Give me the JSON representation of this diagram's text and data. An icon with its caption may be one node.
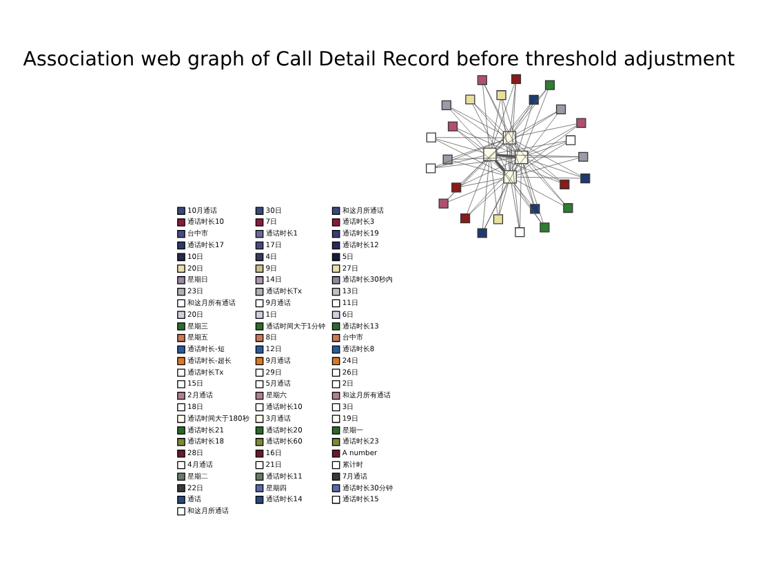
{
  "diagram": {
    "title": "Association web graph of Call Detail Record before threshold adjustment",
    "nodes": [
      {
        "text": [],
        "shape": "box"
      },
      {
        "text": [],
        "shape": "box"
      },
      {
        "text": [],
        "shape": "box"
      },
      {
        "text": [],
        "shape": "box"
      },
      {
        "text": [],
        "shape": "box"
      },
      {
        "text": [],
        "shape": "box"
      },
      {
        "text": [],
        "shape": "box"
      },
      {
        "text": [],
        "shape": "box"
      },
      {
        "text": [],
        "shape": "box"
      },
      {
        "text": [],
        "shape": "box"
      },
      {
        "text": [],
        "shape": "box"
      },
      {
        "text": [],
        "shape": "box"
      },
      {
        "text": [],
        "shape": "box"
      },
      {
        "text": [],
        "shape": "box"
      },
      {
        "text": [],
        "shape": "box"
      },
      {
        "text": [],
        "shape": "box"
      },
      {
        "text": [],
        "shape": "box"
      },
      {
        "text": [],
        "shape": "box"
      },
      {
        "text": [],
        "shape": "box"
      },
      {
        "text": [],
        "shape": "box"
      },
      {
        "text": [],
        "shape": "box"
      },
      {
        "text": [],
        "shape": "box"
      },
      {
        "text": [],
        "shape": "box"
      },
      {
        "text": [],
        "shape": "box"
      },
      {
        "text": [],
        "shape": "box"
      },
      {
        "text": [],
        "shape": "box"
      },
      {
        "text": [],
        "shape": "box"
      },
      {
        "text": [],
        "shape": "box"
      },
      {
        "text": [],
        "shape": "box"
      },
      {
        "text": [],
        "shape": "box"
      }
    ],
    "edges": [
      {
        "from": 0,
        "to": 1,
        "arrow": "none",
        "style": "thick"
      },
      {
        "from": 0,
        "to": 2,
        "arrow": "none",
        "style": "thick"
      },
      {
        "from": 0,
        "to": 3,
        "arrow": "none"
      },
      {
        "from": 1,
        "to": 2,
        "arrow": "none"
      },
      {
        "from": 1,
        "to": 3,
        "arrow": "none"
      },
      {
        "from": 2,
        "to": 3,
        "arrow": "none"
      },
      {
        "from": 4,
        "to": 0,
        "arrow": "none"
      },
      {
        "from": 4,
        "to": 1,
        "arrow": "none"
      },
      {
        "from": 4,
        "to": 2,
        "arrow": "none"
      },
      {
        "from": 5,
        "to": 1,
        "arrow": "none"
      },
      {
        "from": 5,
        "to": 2,
        "arrow": "none"
      },
      {
        "from": 5,
        "to": 3,
        "arrow": "none"
      },
      {
        "from": 6,
        "to": 2,
        "arrow": "none"
      },
      {
        "from": 6,
        "to": 3,
        "arrow": "none"
      },
      {
        "from": 6,
        "to": 0,
        "arrow": "none"
      },
      {
        "from": 7,
        "to": 3,
        "arrow": "none"
      },
      {
        "from": 7,
        "to": 0,
        "arrow": "none"
      },
      {
        "from": 7,
        "to": 1,
        "arrow": "none"
      },
      {
        "from": 8,
        "to": 0,
        "arrow": "none"
      },
      {
        "from": 8,
        "to": 1,
        "arrow": "none"
      },
      {
        "from": 8,
        "to": 2,
        "arrow": "none"
      },
      {
        "from": 9,
        "to": 1,
        "arrow": "none"
      },
      {
        "from": 9,
        "to": 2,
        "arrow": "none"
      },
      {
        "from": 9,
        "to": 3,
        "arrow": "none"
      },
      {
        "from": 10,
        "to": 2,
        "arrow": "none"
      },
      {
        "from": 10,
        "to": 3,
        "arrow": "none"
      },
      {
        "from": 10,
        "to": 0,
        "arrow": "none"
      },
      {
        "from": 11,
        "to": 3,
        "arrow": "none"
      },
      {
        "from": 11,
        "to": 0,
        "arrow": "none"
      },
      {
        "from": 11,
        "to": 1,
        "arrow": "none"
      },
      {
        "from": 12,
        "to": 0,
        "arrow": "none"
      },
      {
        "from": 12,
        "to": 1,
        "arrow": "none"
      },
      {
        "from": 12,
        "to": 2,
        "arrow": "none"
      },
      {
        "from": 13,
        "to": 1,
        "arrow": "none"
      },
      {
        "from": 13,
        "to": 2,
        "arrow": "none"
      },
      {
        "from": 13,
        "to": 3,
        "arrow": "none"
      },
      {
        "from": 14,
        "to": 2,
        "arrow": "none"
      },
      {
        "from": 14,
        "to": 3,
        "arrow": "none"
      },
      {
        "from": 14,
        "to": 0,
        "arrow": "none"
      },
      {
        "from": 15,
        "to": 3,
        "arrow": "none"
      },
      {
        "from": 15,
        "to": 0,
        "arrow": "none"
      },
      {
        "from": 15,
        "to": 1,
        "arrow": "none"
      },
      {
        "from": 16,
        "to": 0,
        "arrow": "none"
      },
      {
        "from": 16,
        "to": 1,
        "arrow": "none"
      },
      {
        "from": 16,
        "to": 2,
        "arrow": "none"
      },
      {
        "from": 17,
        "to": 1,
        "arrow": "none"
      },
      {
        "from": 17,
        "to": 2,
        "arrow": "none"
      },
      {
        "from": 17,
        "to": 3,
        "arrow": "none"
      },
      {
        "from": 18,
        "to": 2,
        "arrow": "none"
      },
      {
        "from": 18,
        "to": 3,
        "arrow": "none"
      },
      {
        "from": 18,
        "to": 0,
        "arrow": "none"
      },
      {
        "from": 19,
        "to": 3,
        "arrow": "none"
      },
      {
        "from": 19,
        "to": 0,
        "arrow": "none"
      },
      {
        "from": 19,
        "to": 1,
        "arrow": "none"
      },
      {
        "from": 20,
        "to": 0,
        "arrow": "none"
      },
      {
        "from": 20,
        "to": 1,
        "arrow": "none"
      },
      {
        "from": 20,
        "to": 2,
        "arrow": "none"
      },
      {
        "from": 21,
        "to": 1,
        "arrow": "none"
      },
      {
        "from": 21,
        "to": 2,
        "arrow": "none"
      },
      {
        "from": 21,
        "to": 3,
        "arrow": "none"
      },
      {
        "from": 22,
        "to": 2,
        "arrow": "none"
      },
      {
        "from": 22,
        "to": 3,
        "arrow": "none"
      },
      {
        "from": 22,
        "to": 0,
        "arrow": "none"
      },
      {
        "from": 23,
        "to": 3,
        "arrow": "none"
      },
      {
        "from": 23,
        "to": 0,
        "arrow": "none"
      },
      {
        "from": 23,
        "to": 1,
        "arrow": "none"
      },
      {
        "from": 24,
        "to": 0,
        "arrow": "none"
      },
      {
        "from": 24,
        "to": 1,
        "arrow": "none"
      },
      {
        "from": 24,
        "to": 2,
        "arrow": "none"
      },
      {
        "from": 25,
        "to": 1,
        "arrow": "none"
      },
      {
        "from": 25,
        "to": 2,
        "arrow": "none"
      },
      {
        "from": 25,
        "to": 3,
        "arrow": "none"
      },
      {
        "from": 26,
        "to": 2,
        "arrow": "none"
      },
      {
        "from": 26,
        "to": 3,
        "arrow": "none"
      },
      {
        "from": 26,
        "to": 0,
        "arrow": "none"
      },
      {
        "from": 27,
        "to": 3,
        "arrow": "none"
      },
      {
        "from": 27,
        "to": 0,
        "arrow": "none"
      },
      {
        "from": 27,
        "to": 1,
        "arrow": "none"
      },
      {
        "from": 28,
        "to": 0,
        "arrow": "none"
      },
      {
        "from": 28,
        "to": 1,
        "arrow": "none"
      },
      {
        "from": 28,
        "to": 2,
        "arrow": "none"
      },
      {
        "from": 29,
        "to": 1,
        "arrow": "none"
      },
      {
        "from": 29,
        "to": 2,
        "arrow": "none"
      },
      {
        "from": 29,
        "to": 3,
        "arrow": "none"
      }
    ],
    "legend": [
      {
        "text": "10月通话",
        "color": "#3a4a7a"
      },
      {
        "text": "30日",
        "color": "#3a4a7a"
      },
      {
        "text": "和这月所通话",
        "color": "#3a4a7a"
      },
      {
        "text": "通话时长10",
        "color": "#8b1a3a"
      },
      {
        "text": "7日",
        "color": "#8b1a3a"
      },
      {
        "text": "通话时长3",
        "color": "#8b1a3a"
      },
      {
        "text": "台中市",
        "color": "#4a4a8a"
      },
      {
        "text": "通话时长1",
        "color": "#6a6a9a"
      },
      {
        "text": "通话时长19",
        "color": "#3a3a7a"
      },
      {
        "text": "通话时长17",
        "color": "#2a3a6a"
      },
      {
        "text": "17日",
        "color": "#4a4a7a"
      },
      {
        "text": "通话时长12",
        "color": "#2a2a5a"
      },
      {
        "text": "10日",
        "color": "#2a2a4a"
      },
      {
        "text": "4日",
        "color": "#3a3a5a"
      },
      {
        "text": "5日",
        "color": "#1a1a3a"
      },
      {
        "text": "20日",
        "color": "#e8e0b0"
      },
      {
        "text": "9日",
        "color": "#c8c090"
      },
      {
        "text": "27日",
        "color": "#e8e0b0"
      },
      {
        "text": "星期日",
        "color": "#9a8aa8"
      },
      {
        "text": "14日",
        "color": "#a898b0"
      },
      {
        "text": "通话时长30秒内",
        "color": "#8a8a9a"
      },
      {
        "text": "23日",
        "color": "#b0b0b8"
      },
      {
        "text": "通话时长Tx",
        "color": "#b0b0b8"
      },
      {
        "text": "13日",
        "color": "#c0c0c8"
      },
      {
        "text": "和这月所有通话",
        "color": "#ffffff"
      },
      {
        "text": "9月通话",
        "color": "#ffffff"
      },
      {
        "text": "11日",
        "color": "#ffffff"
      },
      {
        "text": "20日",
        "color": "#d0d0e0"
      },
      {
        "text": "1日",
        "color": "#d0d0e0"
      },
      {
        "text": "6日",
        "color": "#d0d0e0"
      },
      {
        "text": "星期三",
        "color": "#2e6b2e"
      },
      {
        "text": "通话时间大于1分钟",
        "color": "#2e6b2e"
      },
      {
        "text": "通话时长13",
        "color": "#2e6b2e"
      },
      {
        "text": "星期五",
        "color": "#c87a5a"
      },
      {
        "text": "8日",
        "color": "#c87a5a"
      },
      {
        "text": "台中市",
        "color": "#c87a5a"
      },
      {
        "text": "通话时长-短",
        "color": "#2a5a9a"
      },
      {
        "text": "12日",
        "color": "#2a5a9a"
      },
      {
        "text": "通话时长8",
        "color": "#2a5a9a"
      },
      {
        "text": "通话时长-超长",
        "color": "#d8782a"
      },
      {
        "text": "9月通话",
        "color": "#d8782a"
      },
      {
        "text": "24日",
        "color": "#d8782a"
      },
      {
        "text": "通话时长Tx",
        "color": "#ffffff"
      },
      {
        "text": "29日",
        "color": "#ffffff"
      },
      {
        "text": "26日",
        "color": "#ffffff"
      },
      {
        "text": "15日",
        "color": "#ffffff"
      },
      {
        "text": "5月通话",
        "color": "#ffffff"
      },
      {
        "text": "2日",
        "color": "#ffffff"
      },
      {
        "text": "2月通话",
        "color": "#b08090"
      },
      {
        "text": "星期六",
        "color": "#b08090"
      },
      {
        "text": "和这月所有通话",
        "color": "#b08090"
      },
      {
        "text": "18日",
        "color": "#ffffff"
      },
      {
        "text": "通话时长10",
        "color": "#ffffff"
      },
      {
        "text": "3日",
        "color": "#ffffff"
      },
      {
        "text": "通话时间大于180秒",
        "color": "#fffff0"
      },
      {
        "text": "3月通话",
        "color": "#fffff0"
      },
      {
        "text": "19日",
        "color": "#fffff0"
      },
      {
        "text": "通话时长21",
        "color": "#2a6a2a"
      },
      {
        "text": "通话时长20",
        "color": "#2a6a2a"
      },
      {
        "text": "星期一",
        "color": "#2a6a2a"
      },
      {
        "text": "通话时长18",
        "color": "#7a8a3a"
      },
      {
        "text": "通话时长60",
        "color": "#7a8a3a"
      },
      {
        "text": "通话时长23",
        "color": "#7a8a3a"
      },
      {
        "text": "28日",
        "color": "#6a1a2a"
      },
      {
        "text": "16日",
        "color": "#6a1a2a"
      },
      {
        "text": "A number",
        "color": "#6a1a2a"
      },
      {
        "text": "4月通话",
        "color": "#ffffff"
      },
      {
        "text": "21日",
        "color": "#ffffff"
      },
      {
        "text": "累计时",
        "color": "#ffffff"
      },
      {
        "text": "星期二",
        "color": "#6a7a6a"
      },
      {
        "text": "通话时长11",
        "color": "#6a7a6a"
      },
      {
        "text": "7月通话",
        "color": "#3a3a3a"
      },
      {
        "text": "22日",
        "color": "#3a3a3a"
      },
      {
        "text": "星期四",
        "color": "#5a6aa8"
      },
      {
        "text": "通话时长30分钟",
        "color": "#5a6aa8"
      },
      {
        "text": "通话",
        "color": "#2a4a7a"
      },
      {
        "text": "通话时长14",
        "color": "#2a4a7a"
      },
      {
        "text": "通话时长15",
        "color": "#ffffff"
      },
      {
        "text": "和这月所通话",
        "color": "#ffffff"
      }
    ]
  }
}
